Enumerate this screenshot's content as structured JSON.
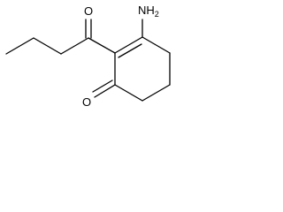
{
  "molecule": {
    "name": "",
    "atoms": {
      "amino_group": "NH",
      "amino_subscript": "2",
      "ring_carbonyl_oxygen": "O",
      "chain_carbonyl_oxygen": "O"
    },
    "colors": {
      "bond": "#000000",
      "label": "#000000",
      "background": "#ffffff"
    }
  }
}
